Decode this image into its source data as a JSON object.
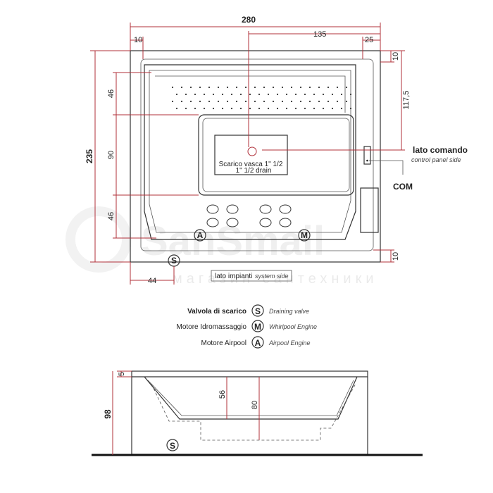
{
  "watermark": {
    "brand": "SanSmail",
    "subtitle": "магазин сантехники"
  },
  "top_view": {
    "dimensions": {
      "width_total": "280",
      "left_rim": "10",
      "drain_offset": "135",
      "right_rim": "25",
      "depth_total": "235",
      "zone_top": "46",
      "zone_mid": "90",
      "zone_bottom": "46",
      "top_rim": "10",
      "drain_depth": "117,5",
      "bottom_rim": "10",
      "valve_offset": "44"
    },
    "drain_label_1": "Scarico vasca 1\" 1/2",
    "drain_label_2": "1\" 1/2  drain",
    "control_side_it": "lato comando",
    "control_side_en": "control panel side",
    "com_label": "COM",
    "system_side_it": "lato impianti",
    "system_side_en": "system side",
    "markers": {
      "airpool": "A",
      "whirlpool": "M",
      "valve": "S"
    }
  },
  "legend": [
    {
      "it": "Valvola di scarico",
      "symbol": "S",
      "en": "Draining valve"
    },
    {
      "it": "Motore Idromassaggio",
      "symbol": "M",
      "en": "Whirlpool Engine"
    },
    {
      "it": "Motore Airpool",
      "symbol": "A",
      "en": "Airpool Engine"
    }
  ],
  "side_view": {
    "dimensions": {
      "rim": "5",
      "height": "98",
      "seat_depth": "56",
      "tub_depth": "80"
    },
    "marker": "S"
  }
}
